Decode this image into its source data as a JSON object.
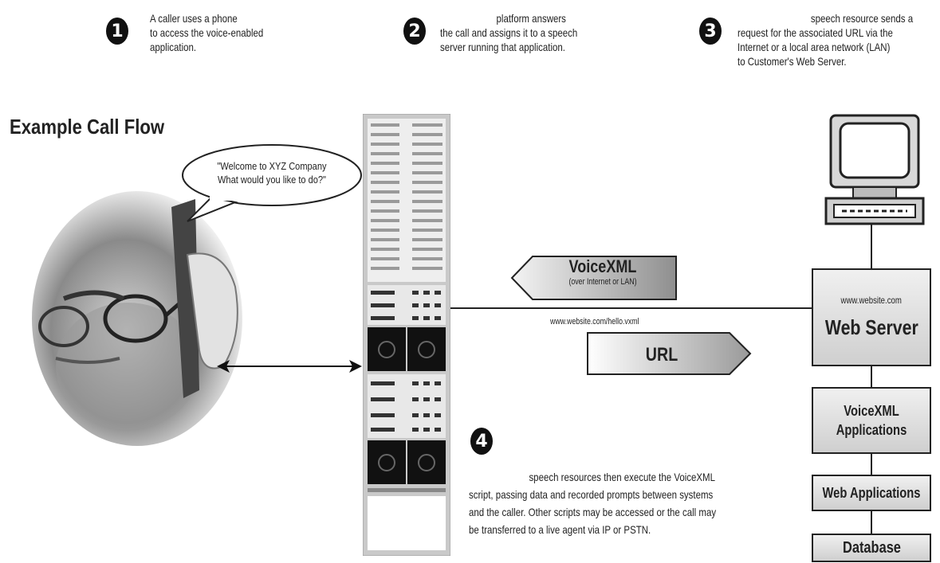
{
  "steps": [
    {
      "number": "1",
      "text_lines": [
        "A caller uses a phone",
        "to access the voice-enabled",
        "application."
      ]
    },
    {
      "number": "2",
      "text_lines": [
        "platform answers",
        "the call and assigns it to a speech",
        "server running that application."
      ]
    },
    {
      "number": "3",
      "text_lines": [
        "speech resource sends a",
        "request for the associated URL via the",
        "Internet or a local area network (LAN)",
        "to Customer's Web Server."
      ]
    },
    {
      "number": "4",
      "text_lines": [
        "speech resources then execute the VoiceXML",
        "script, passing data and recorded prompts between systems",
        "and the caller. Other scripts may be accessed or the call may",
        "be transferred to a live agent via IP or PSTN."
      ]
    }
  ],
  "title": "Example Call Flow",
  "speech_bubble": [
    "\"Welcome to XYZ Company",
    "What would you like to do?\""
  ],
  "voicexml_arrow": {
    "label": "VoiceXML",
    "sublabel": "(over Internet or LAN)"
  },
  "url_arrow": {
    "label": "URL",
    "caption": "www.website.com/hello.vxml"
  },
  "web_server": {
    "caption": "www.website.com",
    "label": "Web Server"
  },
  "stack_boxes": [
    {
      "label": "VoiceXML Applications"
    },
    {
      "label": "Web Applications"
    },
    {
      "label": "Database"
    }
  ]
}
